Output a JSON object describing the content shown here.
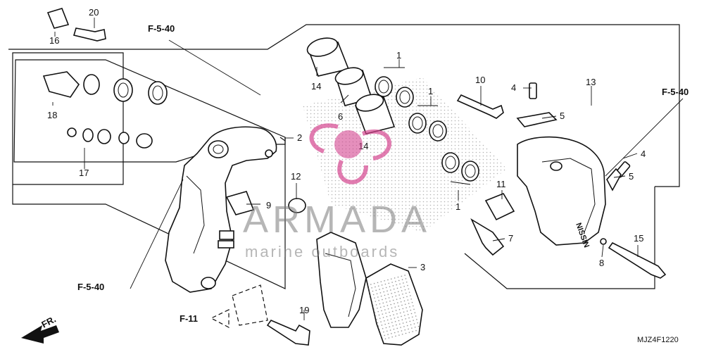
{
  "diagram": {
    "part_numbers": {
      "p1a": "1",
      "p1b": "1",
      "p1c": "1",
      "p2": "2",
      "p3": "3",
      "p4a": "4",
      "p4b": "4",
      "p5a": "5",
      "p5b": "5",
      "p6": "6",
      "p7": "7",
      "p8": "8",
      "p9": "9",
      "p10": "10",
      "p11": "11",
      "p12": "12",
      "p13": "13",
      "p14a": "14",
      "p14b": "14",
      "p15": "15",
      "p16": "16",
      "p17": "17",
      "p18": "18",
      "p19": "19",
      "p20": "20"
    },
    "references": {
      "top_left": "F-5-40",
      "bottom_left": "F-5-40",
      "right": "F-5-40",
      "bottom": "F-11"
    },
    "direction_label": "FR.",
    "caliper_brand": "NISSIN",
    "diagram_code": "MJZ4F1220"
  },
  "watermark": {
    "brand": "ARMADA",
    "tagline": "marine outboards",
    "accent_color": "#d4458f"
  }
}
